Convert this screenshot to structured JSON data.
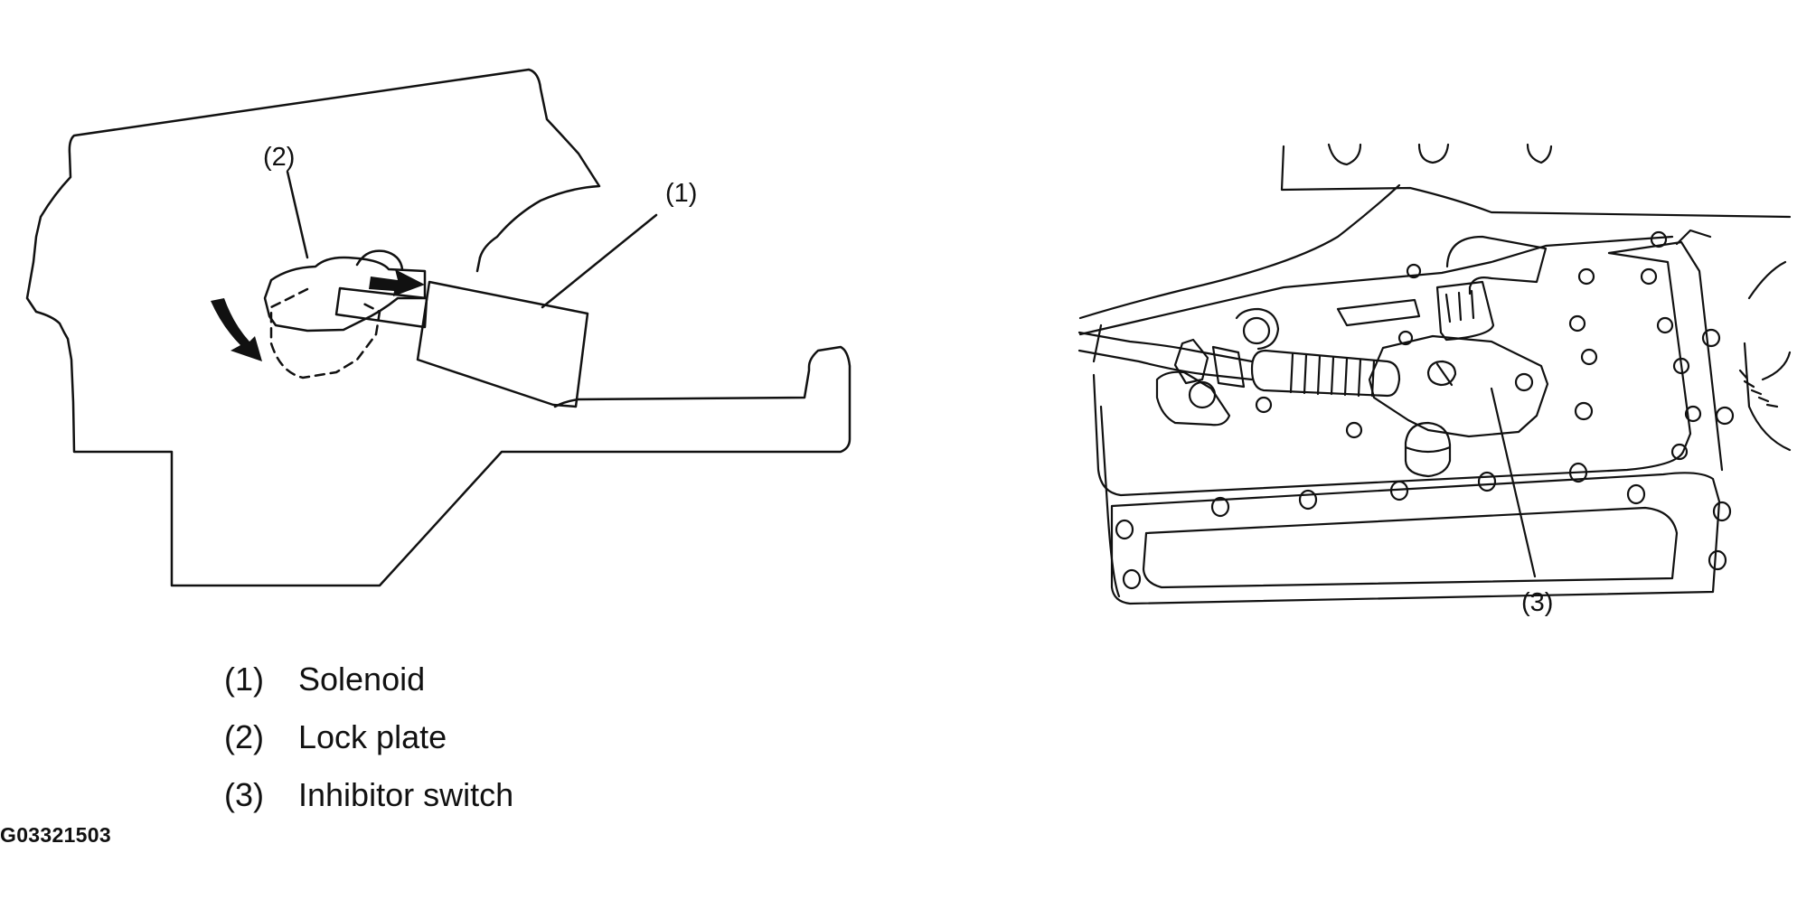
{
  "figure": {
    "callouts": {
      "c1": "(1)",
      "c2": "(2)",
      "c3": "(3)"
    },
    "legend": [
      {
        "num": "(1)",
        "label": "Solenoid"
      },
      {
        "num": "(2)",
        "label": "Lock plate"
      },
      {
        "num": "(3)",
        "label": "Inhibitor switch"
      }
    ],
    "figure_id": "G03321503"
  },
  "colors": {
    "line": "#111111",
    "background": "#ffffff"
  }
}
